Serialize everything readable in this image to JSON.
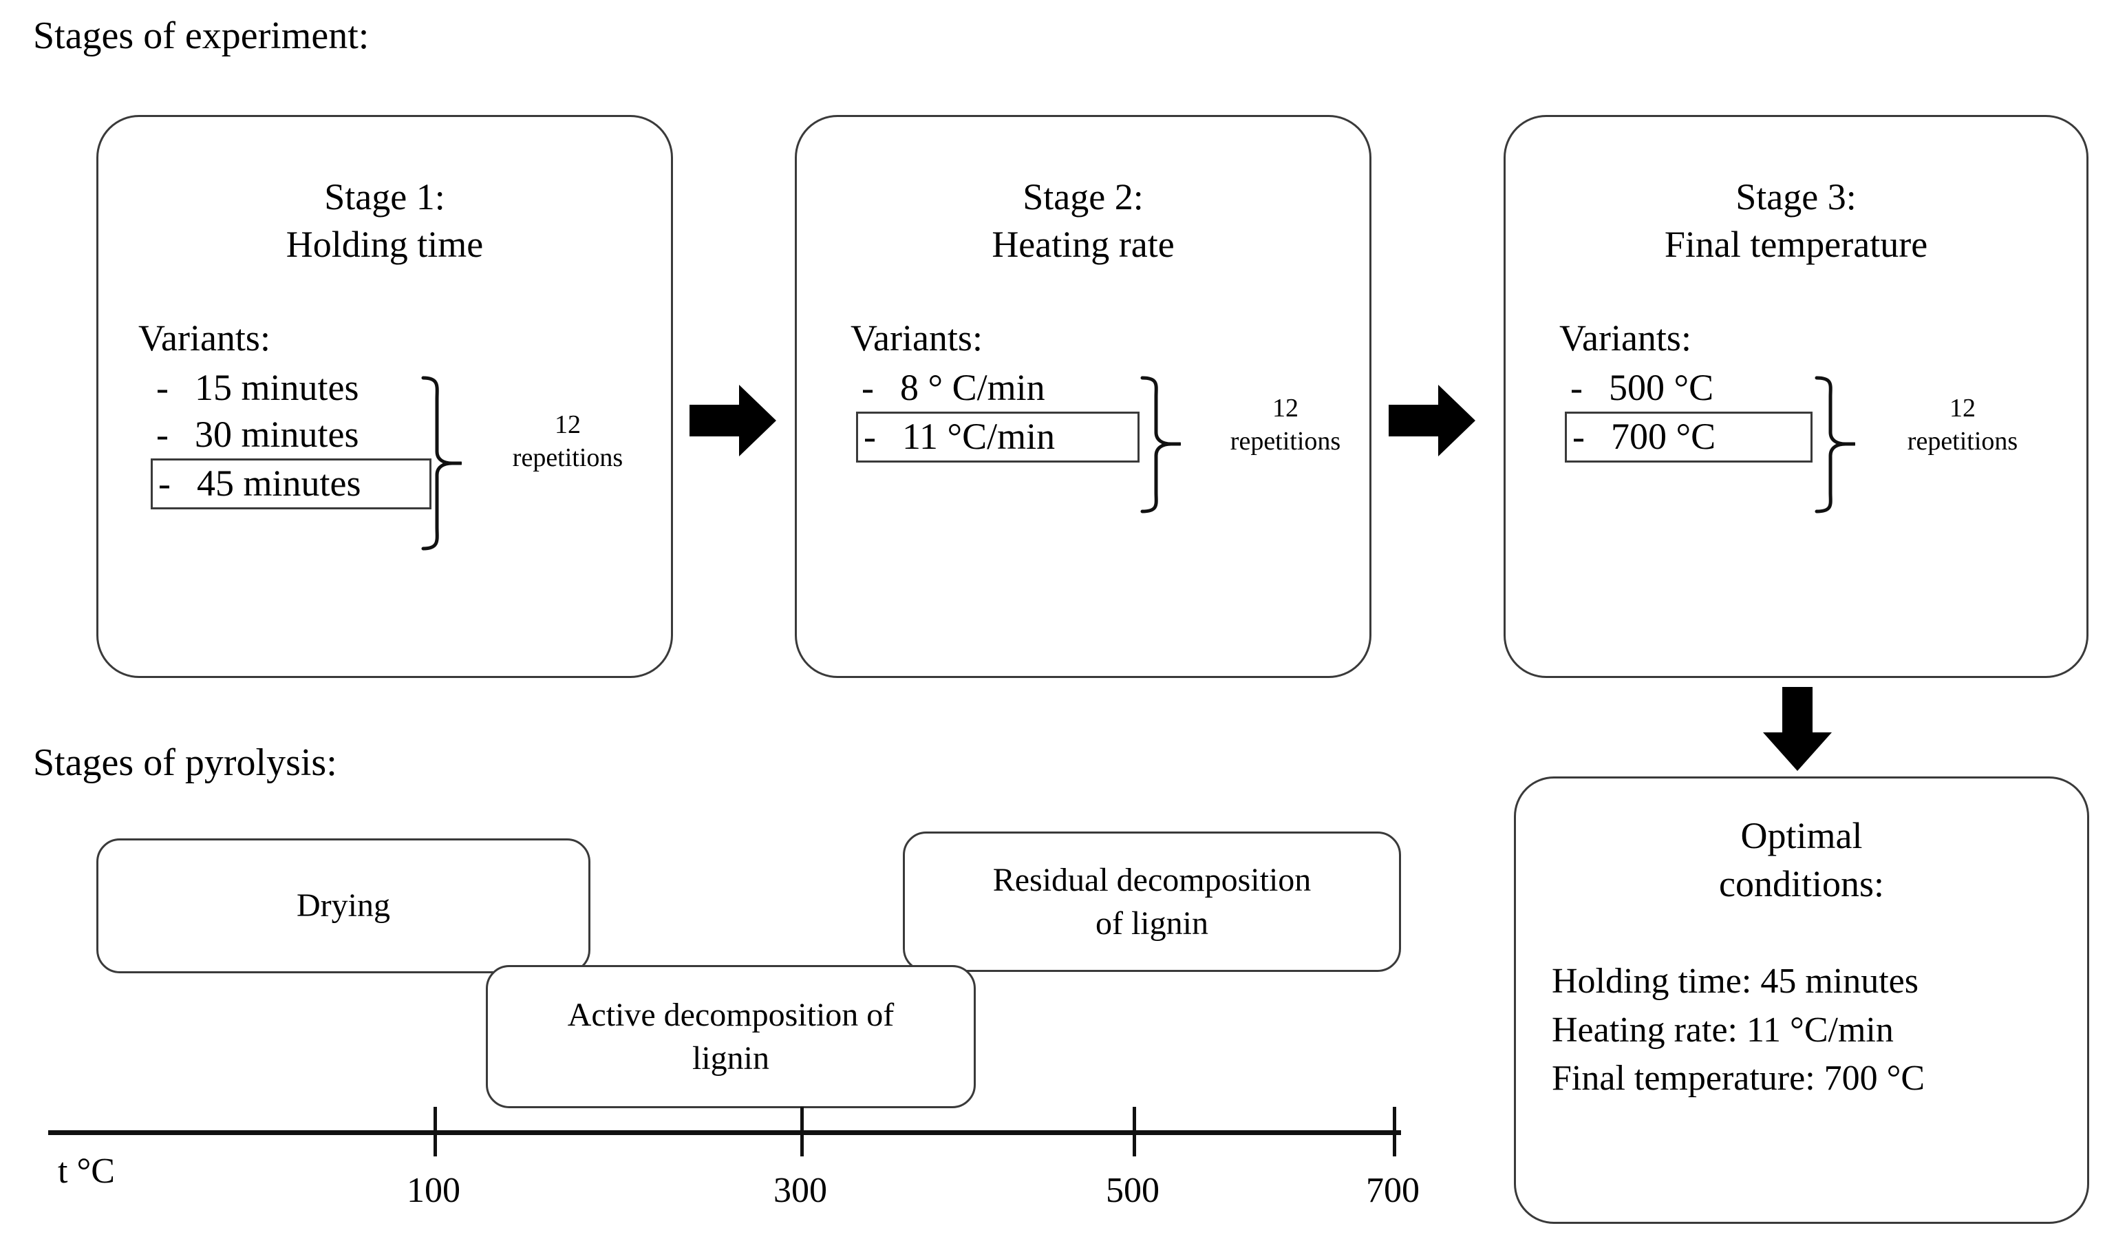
{
  "captions": {
    "experiment": "Stages of experiment:",
    "pyrolysis": "Stages of pyrolysis:"
  },
  "stages": [
    {
      "title": "Stage 1:\nHolding time",
      "variants_label": "Variants:",
      "variants": [
        {
          "dash": "-",
          "text": "15 minutes",
          "boxed": false
        },
        {
          "dash": "-",
          "text": "30 minutes",
          "boxed": false
        },
        {
          "dash": "-",
          "text": "45 minutes",
          "boxed": true
        }
      ],
      "repetitions": "12\nrepetitions"
    },
    {
      "title": "Stage 2:\nHeating rate",
      "variants_label": "Variants:",
      "variants": [
        {
          "dash": "-",
          "text": "8 ° C/min",
          "boxed": false
        },
        {
          "dash": "-",
          "text": "11 °C/min",
          "boxed": true
        }
      ],
      "repetitions": "12\nrepetitions"
    },
    {
      "title": "Stage 3:\nFinal temperature",
      "variants_label": "Variants:",
      "variants": [
        {
          "dash": "-",
          "text": "500 °C",
          "boxed": false
        },
        {
          "dash": "-",
          "text": "700 °C",
          "boxed": true
        }
      ],
      "repetitions": "12\nrepetitions"
    }
  ],
  "arrows": {
    "stage1_to_stage2": "right-arrow",
    "stage2_to_stage3": "right-arrow",
    "stage3_to_optimal": "down-arrow"
  },
  "pyrolysis": {
    "boxes": [
      {
        "label": "Drying"
      },
      {
        "label": "Active decomposition of\nlignin"
      },
      {
        "label": "Residual decomposition\nof lignin"
      }
    ],
    "axis": {
      "unit_label": "t °C",
      "ticks": [
        "100",
        "300",
        "500",
        "700"
      ],
      "tick_values": [
        100,
        300,
        500,
        700
      ]
    }
  },
  "optimal": {
    "title": "Optimal\nconditions:",
    "lines": [
      "Holding time: 45 minutes",
      "Heating rate: 11 °C/min",
      "Final temperature: 700 °C"
    ]
  },
  "chart_data": {
    "type": "table",
    "title": "Pyrolysis stages over temperature",
    "xlabel": "t °C",
    "x_ticks": [
      100,
      300,
      500,
      700
    ],
    "xlim": [
      0,
      760
    ],
    "grid": false,
    "spans": [
      {
        "name": "Drying",
        "start": 0,
        "end": 140
      },
      {
        "name": "Active decomposition of lignin",
        "start": 130,
        "end": 400
      },
      {
        "name": "Residual decomposition of lignin",
        "start": 380,
        "end": 700
      }
    ]
  }
}
